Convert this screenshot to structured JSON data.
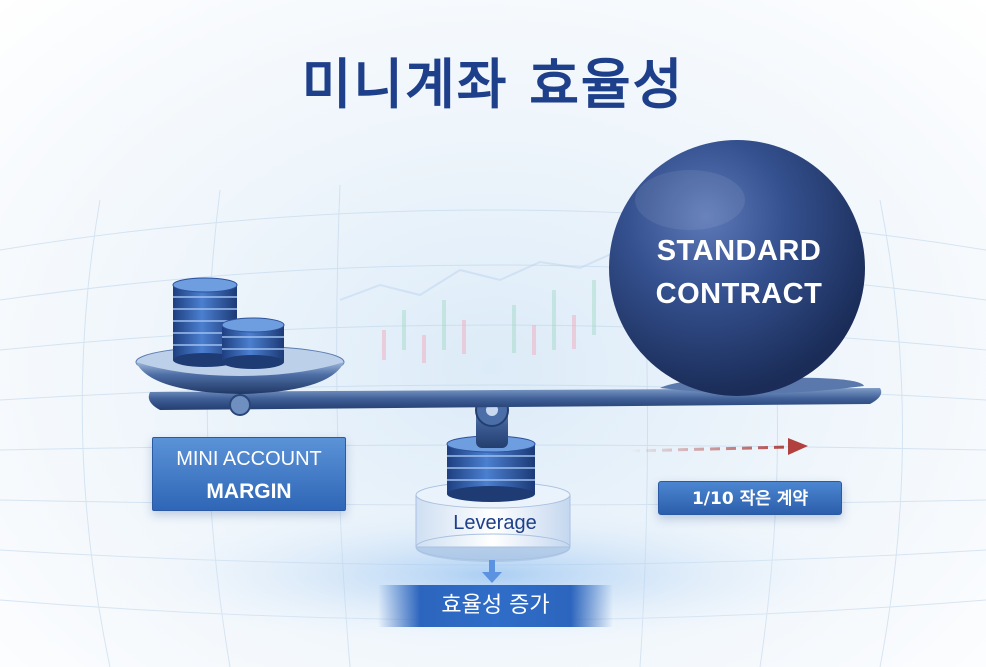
{
  "title": "미니계좌 효율성",
  "ball": {
    "line1": "STANDARD",
    "line2": "CONTRACT"
  },
  "mini_label": {
    "line1": "MINI ACCOUNT",
    "line2": "MARGIN"
  },
  "fulcrum_label": "Leverage",
  "contract_label": "1/10 작은 계약",
  "result_label": "효율성 증가",
  "colors": {
    "title": "#1e3f8a",
    "label_blue": "#2f66b6",
    "ball_dark": "#1f3561",
    "arrow_red": "#b0413e"
  }
}
